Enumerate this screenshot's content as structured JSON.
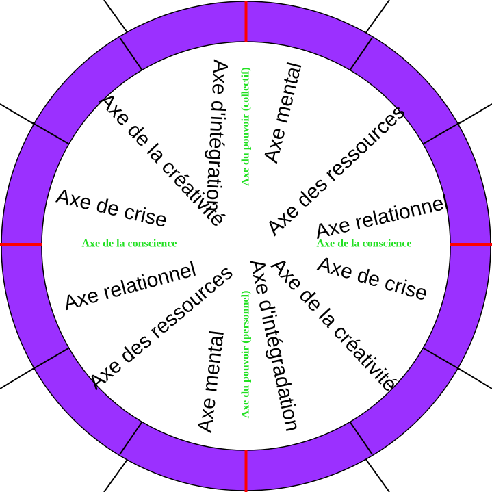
{
  "colors": {
    "ring": "#9b30ff",
    "accent": "#ff0000",
    "green_text": "#22e022",
    "line": "#000000"
  },
  "labels": {
    "mental_top": "Axe mental",
    "integration_top": "Axe d'intégration",
    "power_collective": "Axe du pouvoir (collectif)",
    "ressources_right": "Axe des ressources",
    "relationnel_right": "Axe relationnel",
    "conscience_right": "Axe de la conscience",
    "crise_right": "Axe de crise",
    "creativite_right": "Axe de la créativité",
    "integration_bottom": "Axe d'intégradation",
    "power_personal": "Axe du pouvoir (personnel)",
    "mental_bottom": "Axe mental",
    "ressources_left": "Axe des ressources",
    "relationnel_left": "Axe relationnel",
    "conscience_left": "Axe de la conscience",
    "crise_left": "Axe de crise",
    "creativite_left": "Axe de la créativité"
  }
}
